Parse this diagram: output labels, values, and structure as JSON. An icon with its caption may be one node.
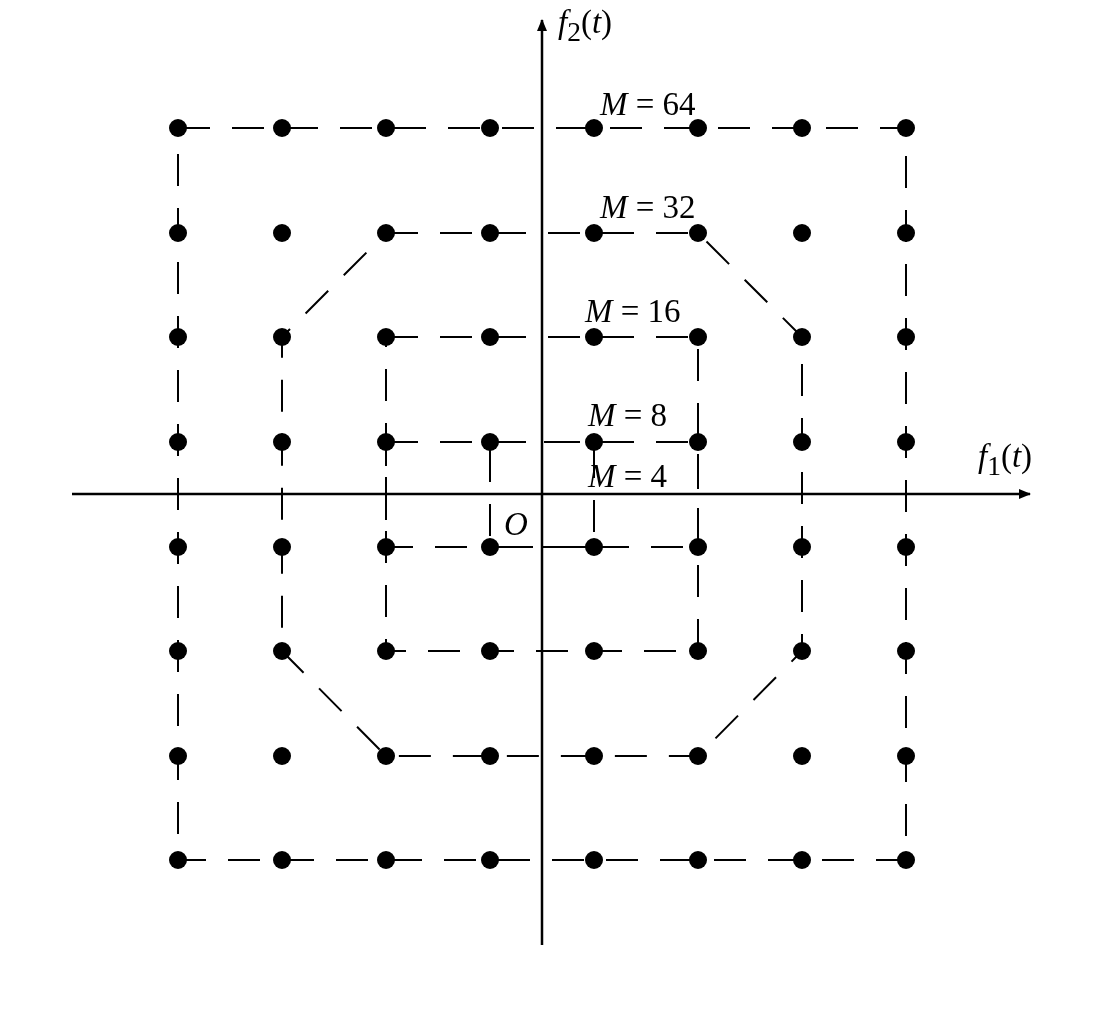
{
  "diagram": {
    "labels": [
      "*f*$_{2}$(*t*)",
      "*M* = 64",
      "*M* = 32",
      "*M* = 16",
      "*M* = 8",
      "*f*$_{1}$(*t*)",
      "*M* = 4",
      "O"
    ]
  }
}
